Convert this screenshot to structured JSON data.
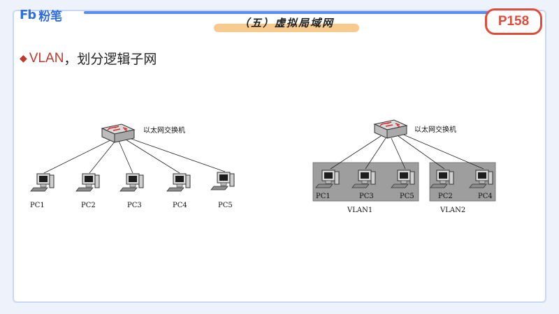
{
  "logo": {
    "mark": "Fb",
    "text": "粉笔"
  },
  "section_title": "（五）虚拟局域网",
  "page_badge": "P158",
  "bullet": {
    "keyword": "VLAN",
    "rest": "，划分逻辑子网"
  },
  "diagram_left": {
    "switch_label": "以太网交换机",
    "pcs": [
      "PC1",
      "PC2",
      "PC3",
      "PC4",
      "PC5"
    ]
  },
  "diagram_right": {
    "switch_label": "以太网交换机",
    "vlan1": {
      "label": "VLAN1",
      "pcs": [
        "PC1",
        "PC3",
        "PC5"
      ]
    },
    "vlan2": {
      "label": "VLAN2",
      "pcs": [
        "PC2",
        "PC4"
      ]
    }
  },
  "colors": {
    "accent": "#c0392b",
    "badge": "#e14b3b",
    "brand": "#2d6ee6",
    "vlan_box": "#9e9e9e"
  }
}
